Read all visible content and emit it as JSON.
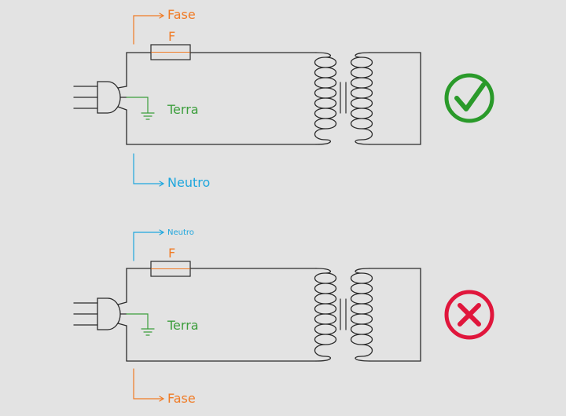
{
  "colors": {
    "background": "#e3e3e3",
    "wire": "#2b2b2b",
    "fase": "#f07b25",
    "neutro": "#1ea6dd",
    "terra": "#3c9e3c",
    "correct": "#2a9a2a",
    "wrong": "#e0163c"
  },
  "panels": [
    {
      "top_label": "Fase",
      "top_label_kind": "fase",
      "fuse_label": "F",
      "ground_label": "Terra",
      "bottom_label": "Neutro",
      "bottom_label_kind": "neutro",
      "status": "correct",
      "status_icon": "check-icon"
    },
    {
      "top_label": "Neutro",
      "top_label_kind": "neutro",
      "fuse_label": "F",
      "ground_label": "Terra",
      "bottom_label": "Fase",
      "bottom_label_kind": "fase",
      "status": "wrong",
      "status_icon": "cross-icon"
    }
  ]
}
